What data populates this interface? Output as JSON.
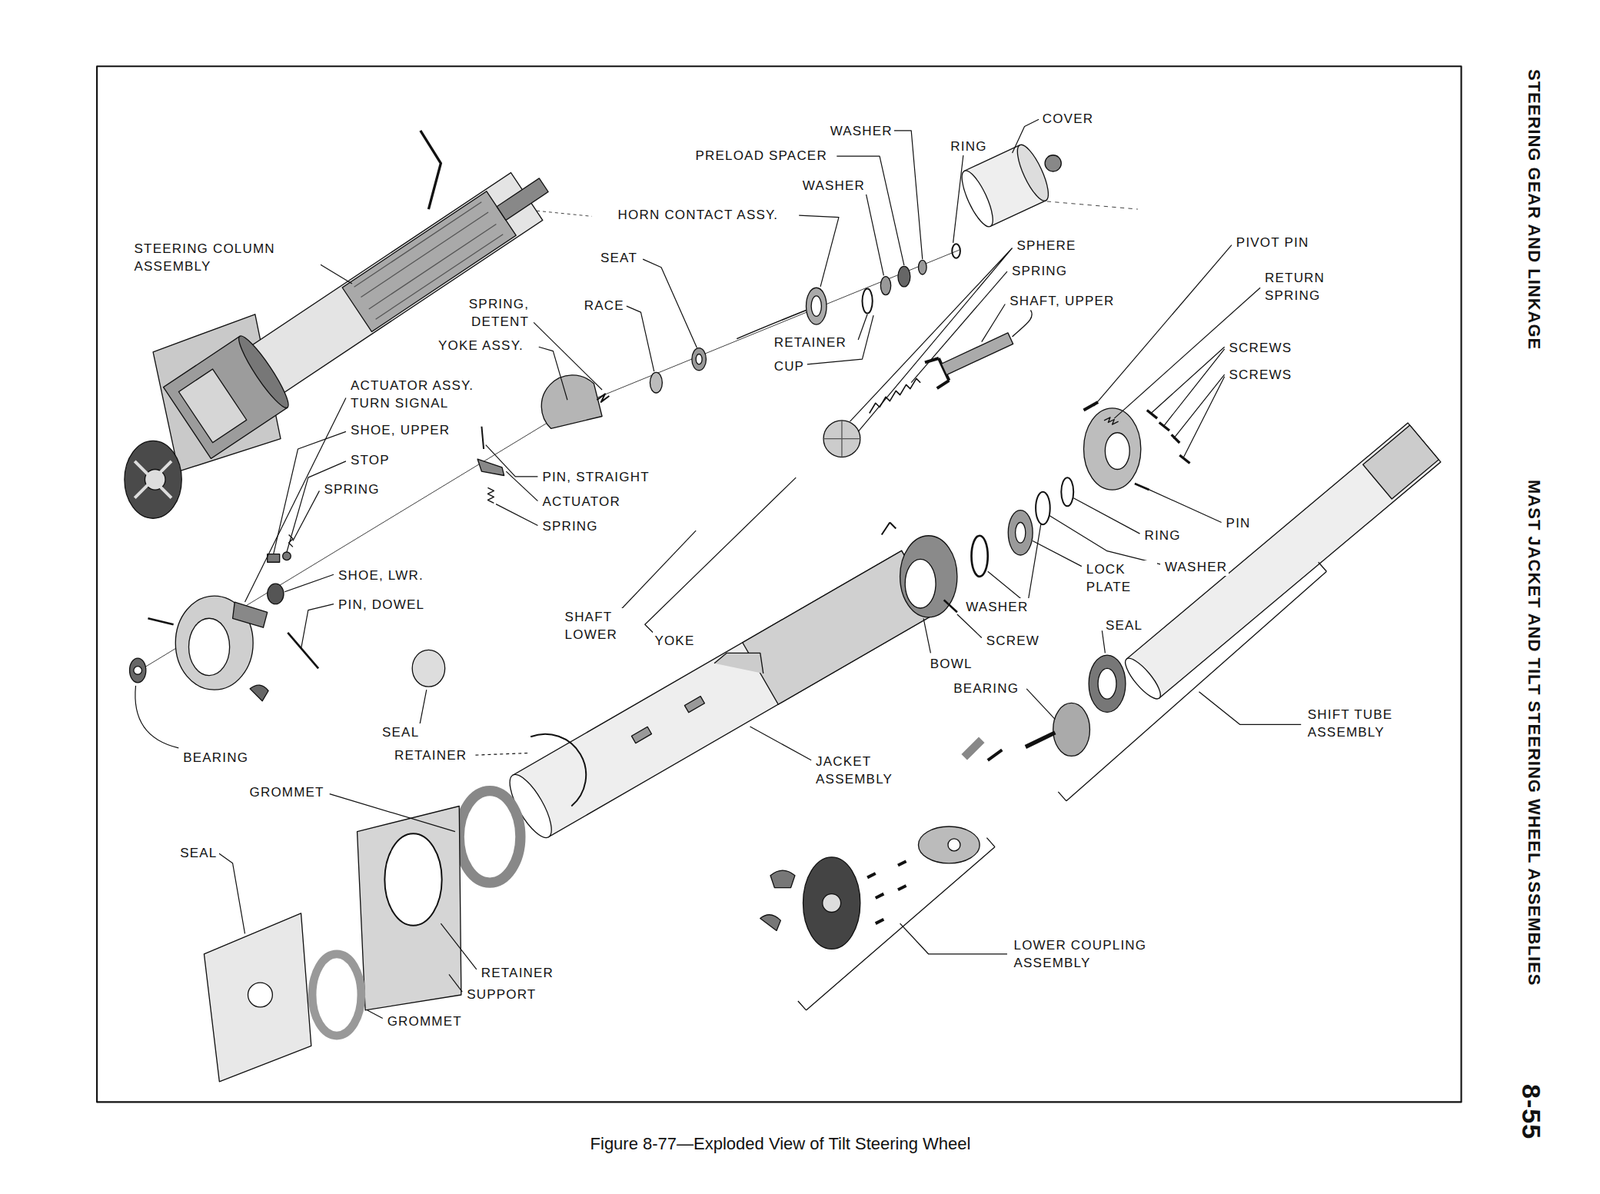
{
  "diagram": {
    "caption": "Figure 8-77—Exploded View of Tilt Steering Wheel",
    "labels": [
      "COVER",
      "WASHER",
      "RING",
      "PRELOAD SPACER",
      "WASHER",
      "HORN CONTACT ASSY.",
      "PIVOT PIN",
      "SPHERE",
      "STEERING COLUMN ASSEMBLY",
      "SEAT",
      "SPRING",
      "RETURN SPRING",
      "SHAFT, UPPER",
      "SPRING, DETENT",
      "RACE",
      "RETAINER",
      "YOKE ASSY.",
      "SCREWS",
      "CUP",
      "SCREWS",
      "ACTUATOR ASSY. TURN SIGNAL",
      "SHOE, UPPER",
      "STOP",
      "PIN, STRAIGHT",
      "SPRING",
      "ACTUATOR",
      "PIN",
      "SPRING",
      "RING",
      "WASHER",
      "LOCK PLATE",
      "SHOE, LWR.",
      "PIN, DOWEL",
      "WASHER",
      "SHAFT LOWER",
      "SEAL",
      "YOKE",
      "SCREW",
      "BOWL",
      "BEARING",
      "SHIFT TUBE ASSEMBLY",
      "SEAL",
      "RETAINER",
      "BEARING",
      "JACKET ASSEMBLY",
      "GROMMET",
      "SEAL",
      "LOWER COUPLING ASSEMBLY",
      "RETAINER",
      "SUPPORT",
      "GROMMET",
      "STEERING GEAR AND LINKAGE",
      "MAST JACKET AND TILT STEERING WHEEL ASSEMBLIES",
      "8-55"
    ]
  }
}
